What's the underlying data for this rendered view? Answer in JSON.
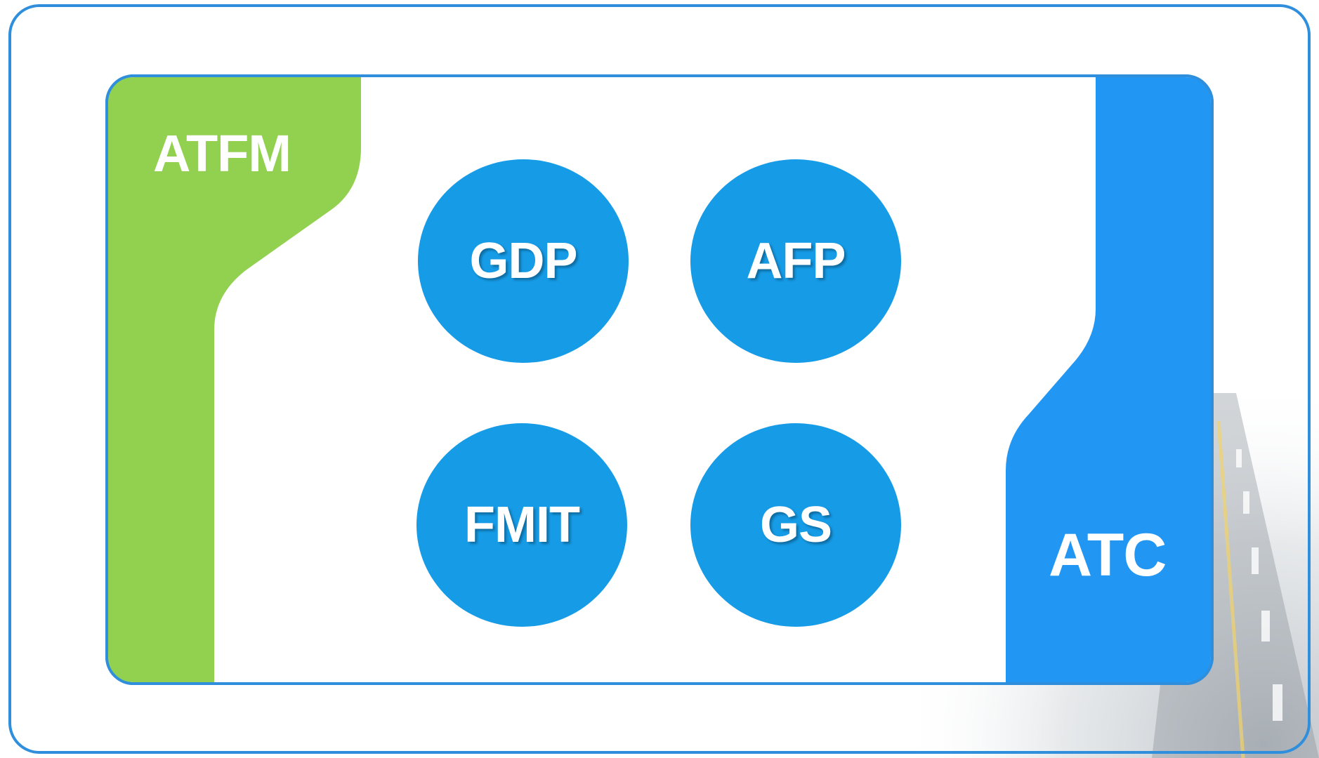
{
  "diagram": {
    "left_panel": {
      "label": "ATFM",
      "color": "#92d050"
    },
    "right_panel": {
      "label": "ATC",
      "color": "#2196f3"
    },
    "frame_color": "#2f8fdc",
    "circle_color": "#169be6",
    "nodes": [
      {
        "label": "GDP"
      },
      {
        "label": "AFP"
      },
      {
        "label": "FMIT"
      },
      {
        "label": "GS"
      }
    ]
  }
}
